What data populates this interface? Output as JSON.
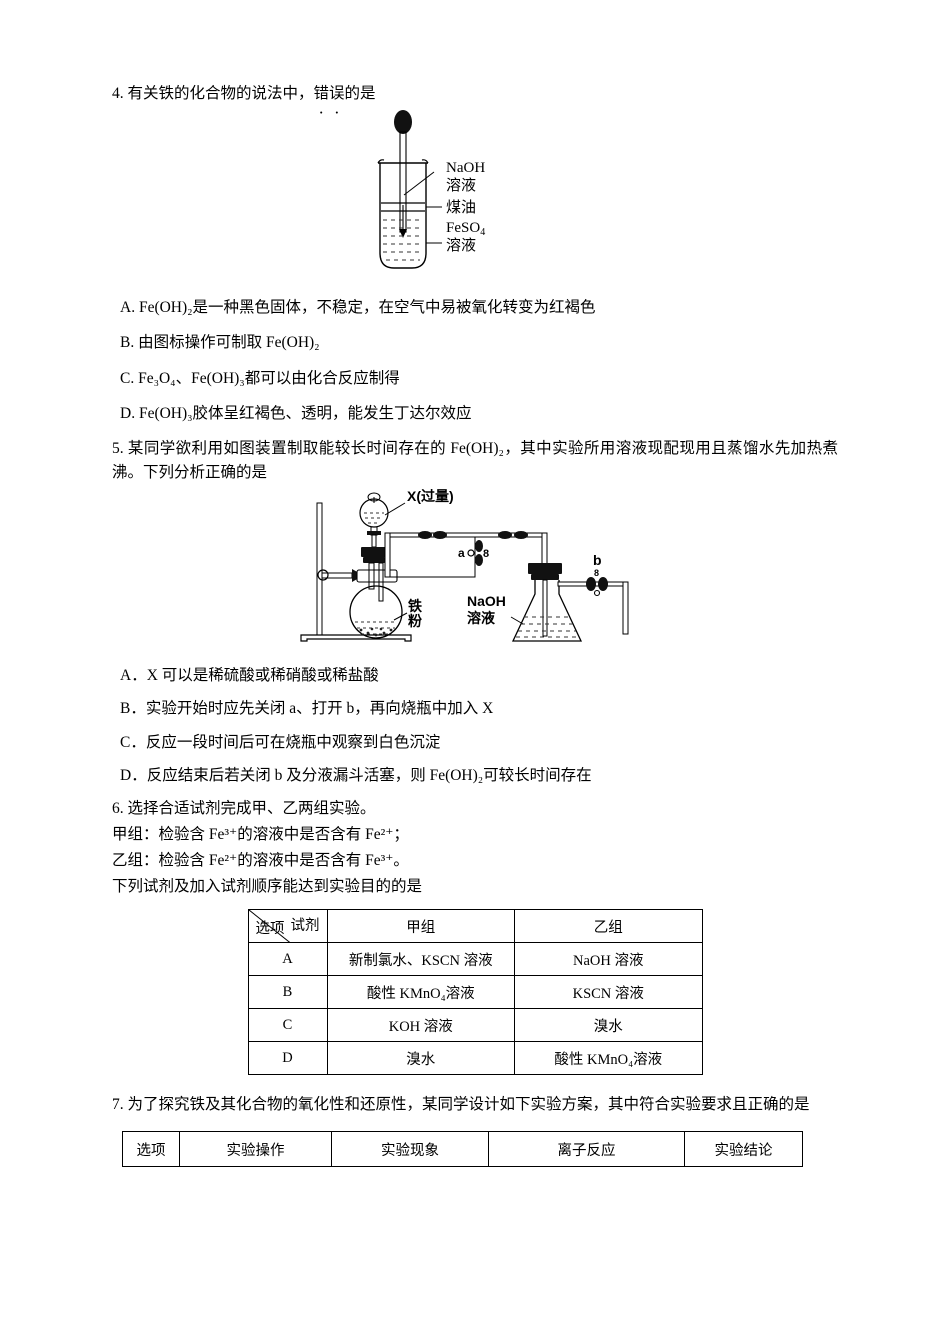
{
  "document": {
    "questions": [
      {
        "id": "q4",
        "number": "4.",
        "stem_prefix": "4. 有关铁的化合物的说法中，",
        "stem_emph": "错误",
        "stem_suffix": "的是",
        "figure": {
          "name": "test-tube-apparatus",
          "labels": {
            "naoh_line1": "NaOH",
            "naoh_line2": "溶液",
            "kerosene": "煤油",
            "feso4_line1": "FeSO",
            "feso4_sub": "4",
            "feso4_line2": "溶液"
          }
        },
        "options": [
          {
            "key": "A",
            "text": "A. Fe(OH)₂是一种黑色固体，不稳定，在空气中易被氧化转变为红褐色"
          },
          {
            "key": "B",
            "text": "B. 由图标操作可制取 Fe(OH)₂"
          },
          {
            "key": "C",
            "text": "C. Fe₃O₄、Fe(OH)₃都可以由化合反应制得"
          },
          {
            "key": "D",
            "text": "D. Fe(OH)₃胶体呈红褐色、透明，能发生丁达尔效应"
          }
        ]
      },
      {
        "id": "q5",
        "number": "5.",
        "stem": "5. 某同学欲利用如图装置制取能较长时间存在的 Fe(OH)₂，其中实验所用溶液现配现用且蒸馏水先加热煮沸。下列分析正确的是",
        "figure": {
          "name": "flask-apparatus",
          "labels": {
            "x_excess": "X(过量)",
            "iron_powder_line1": "铁",
            "iron_powder_line2": "粉",
            "naoh_line1": "NaOH",
            "naoh_line2": "溶液",
            "valve_a": "a",
            "valve_b": "b"
          }
        },
        "options": [
          {
            "key": "A",
            "text": "A．X 可以是稀硫酸或稀硝酸或稀盐酸"
          },
          {
            "key": "B",
            "text": "B．实验开始时应先关闭 a、打开 b，再向烧瓶中加入 X"
          },
          {
            "key": "C",
            "text": "C．反应一段时间后可在烧瓶中观察到白色沉淀"
          },
          {
            "key": "D",
            "text": "D．反应结束后若关闭 b 及分液漏斗活塞，则 Fe(OH)₂可较长时间存在"
          }
        ]
      },
      {
        "id": "q6",
        "lines": [
          "6. 选择合适试剂完成甲、乙两组实验。",
          "甲组：检验含 Fe³⁺的溶液中是否含有 Fe²⁺；",
          "乙组：检验含 Fe²⁺的溶液中是否含有 Fe³⁺。",
          "下列试剂及加入试剂顺序能达到实验目的的是"
        ],
        "table": {
          "corner_top": "试剂",
          "corner_bottom": "选项",
          "headers": [
            "甲组",
            "乙组"
          ],
          "rows": [
            {
              "option": "A",
              "jia": "新制氯水、KSCN 溶液",
              "yi": "NaOH 溶液"
            },
            {
              "option": "B",
              "jia": "酸性 KMnO₄溶液",
              "yi": "KSCN 溶液"
            },
            {
              "option": "C",
              "jia": "KOH 溶液",
              "yi": "溴水"
            },
            {
              "option": "D",
              "jia": "溴水",
              "yi": "酸性 KMnO₄溶液"
            }
          ]
        }
      },
      {
        "id": "q7",
        "stem": "7. 为了探究铁及其化合物的氧化性和还原性，某同学设计如下实验方案，其中符合实验要求且正确的是",
        "table": {
          "headers": [
            "选项",
            "实验操作",
            "实验现象",
            "离子反应",
            "实验结论"
          ]
        }
      }
    ]
  }
}
